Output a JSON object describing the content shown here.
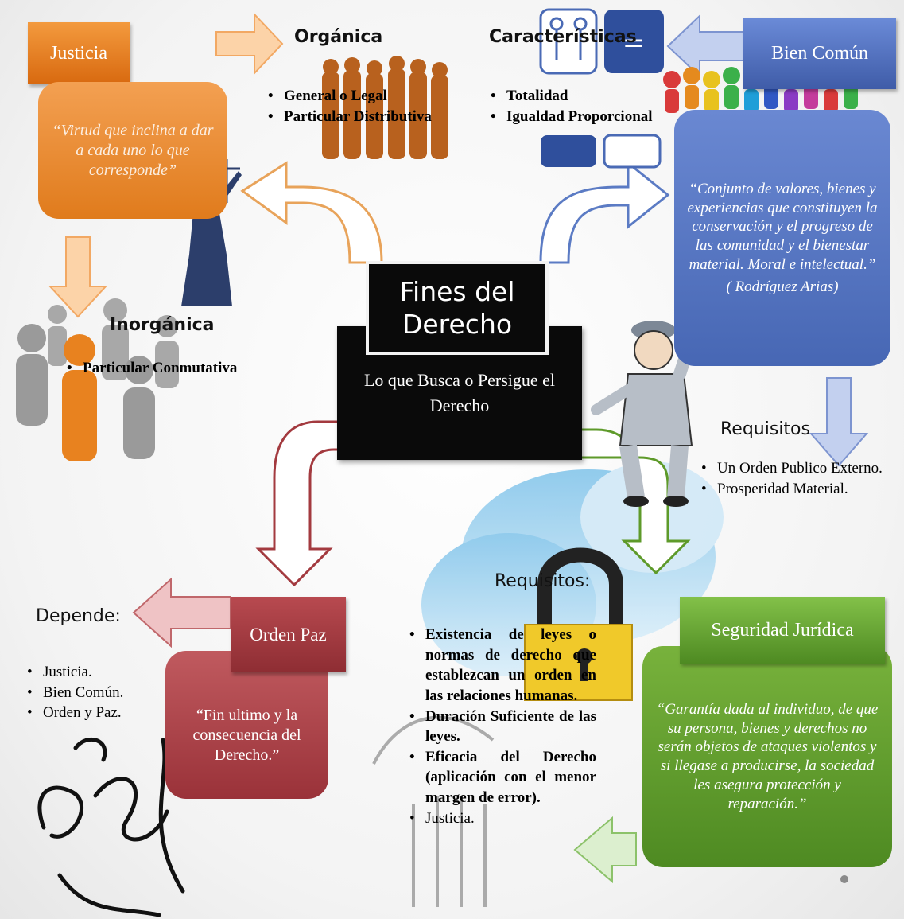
{
  "justicia": {
    "title": "Justicia",
    "definition": "“Virtud que inclina a dar a cada uno lo que corresponde”"
  },
  "organica": {
    "title": "Orgánica",
    "items": [
      "General o Legal",
      "Particular Distributiva"
    ]
  },
  "inorganica": {
    "title": "Inorgánica",
    "items": [
      "Particular Conmutativa"
    ]
  },
  "caracteristicas": {
    "title": "Características",
    "items": [
      "Totalidad",
      "Igualdad Proporcional"
    ]
  },
  "bien_comun": {
    "title": "Bien Común",
    "definition": "“Conjunto de valores, bienes y experiencias que constituyen la conservación y el progreso de las comunidad y el bienestar material. Moral e intelectual.”",
    "author": "( Rodríguez Arias)"
  },
  "center": {
    "title": "Fines del Derecho",
    "subtitle": "Lo que Busca o Persigue el Derecho"
  },
  "requisitos_bien_comun": {
    "title": "Requisitos",
    "items": [
      "Un Orden Publico Externo.",
      "Prosperidad Material."
    ]
  },
  "orden_paz": {
    "title": "Orden Paz",
    "definition": "“Fin ultimo y la consecuencia del Derecho.”"
  },
  "depende": {
    "title": "Depende:",
    "items": [
      "Justicia.",
      "Bien Común.",
      "Orden y Paz."
    ]
  },
  "requisitos_seguridad": {
    "title": "Requisitos:",
    "items": [
      "Existencia de leyes o normas de derecho que establezcan un orden en las relaciones humanas.",
      "Duración Suficiente de las leyes.",
      "Eficacia del Derecho (aplicación con el menor margen de error).",
      "Justicia."
    ]
  },
  "seguridad": {
    "title": "Seguridad Jurídica",
    "definition": "“Garantía dada al individuo, de que su persona, bienes y derechos no serán objetos de ataques violentos y si llegase a producirse, la sociedad les asegura protección y reparación.”"
  },
  "colors": {
    "orange": "#e8821f",
    "blue": "#4f6db8",
    "red": "#a33a3f",
    "green": "#5e9a2a",
    "black": "#0a0a0a"
  }
}
